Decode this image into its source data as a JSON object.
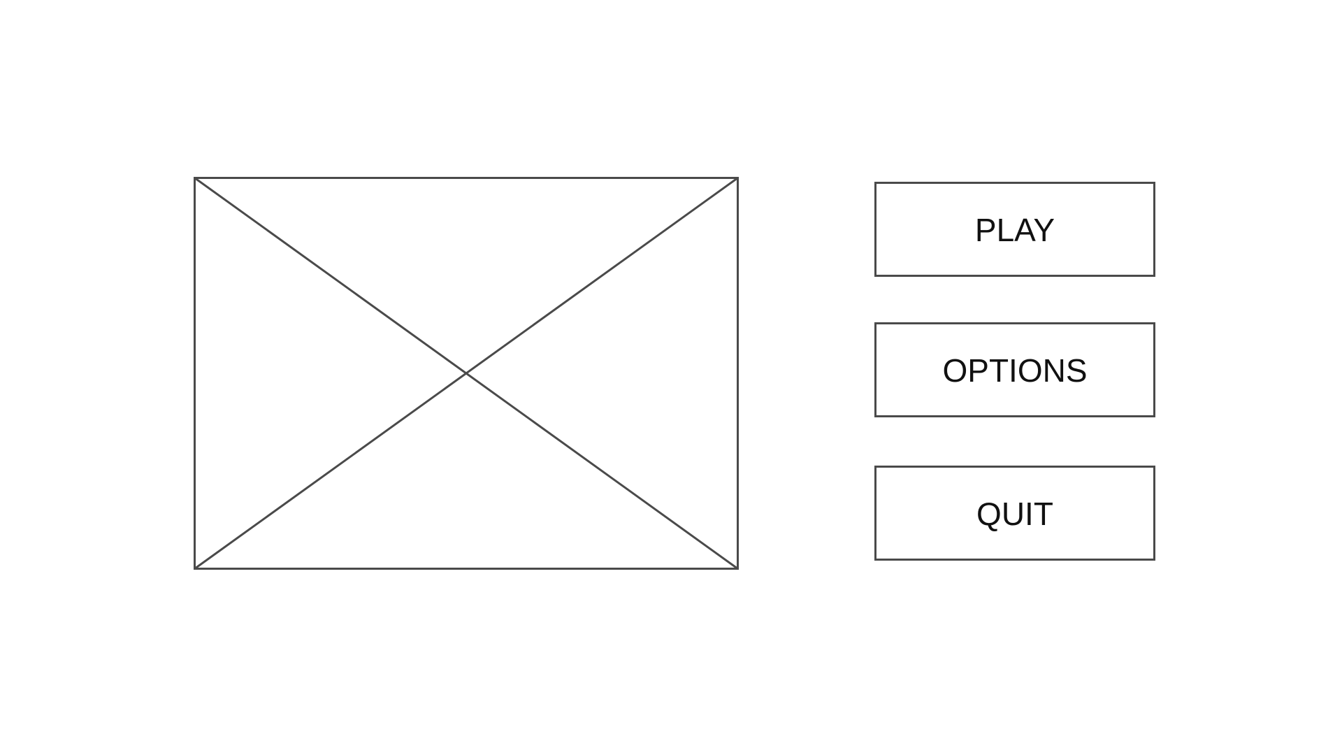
{
  "menu": {
    "play_label": "PLAY",
    "options_label": "OPTIONS",
    "quit_label": "QUIT"
  },
  "colors": {
    "stroke": "#4a4a4a",
    "background": "#ffffff",
    "text": "#111111"
  },
  "icons": {
    "placeholder": "image-placeholder-x-icon"
  }
}
